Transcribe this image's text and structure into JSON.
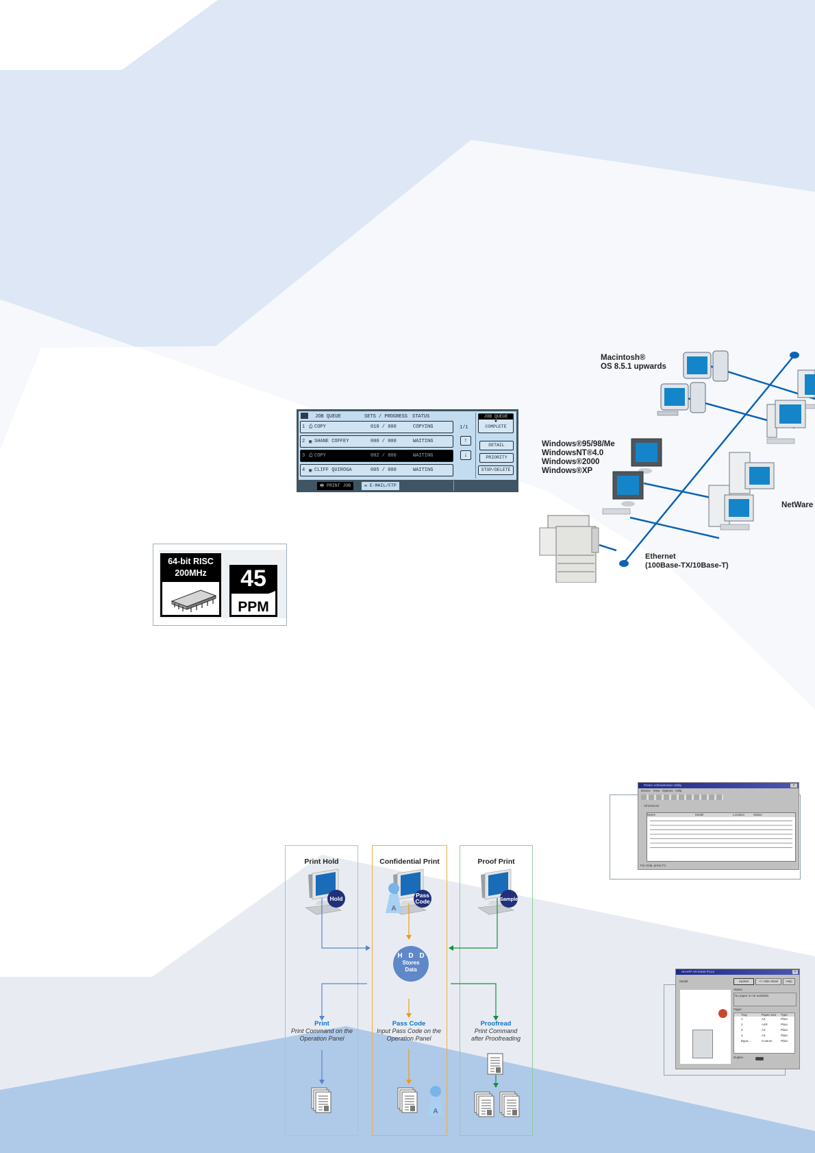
{
  "job_queue_panel": {
    "header": {
      "icon": "job-status-icon",
      "col_job": "JOB QUEUE",
      "col_progress": "SETS / PROGRESS",
      "col_status": "STATUS"
    },
    "rows": [
      {
        "num": "1",
        "icon": "copy-icon",
        "name": "COPY",
        "progress": "010 / 000",
        "status": "COPYING",
        "selected": false
      },
      {
        "num": "2",
        "icon": "print-icon",
        "name": "SHANE COFFEY",
        "progress": "000 / 000",
        "status": "WAITING",
        "selected": false
      },
      {
        "num": "3",
        "icon": "copy-icon",
        "name": "COPY",
        "progress": "002 / 000",
        "status": "WAITING",
        "selected": true
      },
      {
        "num": "4",
        "icon": "print-icon",
        "name": "CLIFF QUIROGA",
        "progress": "005 / 000",
        "status": "WAITING",
        "selected": false
      }
    ],
    "page": "1/1",
    "toggle": {
      "top": "JOB QUEUE",
      "bottom": "COMPLETE"
    },
    "buttons": {
      "up": "↑",
      "down": "↓",
      "detail": "DETAIL",
      "priority": "PRIORITY",
      "stop_delete": "STOP/DELETE"
    },
    "tabs": {
      "print_job": "PRINT JOB",
      "email_ftp": "E-MAIL/FTP"
    }
  },
  "spec_badge": {
    "cpu_line1": "64-bit RISC",
    "cpu_line2": "200MHz",
    "speed_value": "45",
    "speed_unit": "PPM"
  },
  "network_diagram": {
    "mac_label_1": "Macintosh®",
    "mac_label_2": "OS 8.5.1 upwards",
    "windows_labels": [
      "Windows®95/98/Me",
      "WindowsNT®4.0",
      "Windows®2000",
      "Windows®XP"
    ],
    "netware_label": "NetWare",
    "ethernet_label_1": "Ethernet",
    "ethernet_label_2": "(100Base-TX/10Base-T)",
    "line_color": "#0a63b4"
  },
  "flow_diagram": {
    "columns": [
      {
        "title": "Print Hold",
        "badge": "Hold",
        "color": "#a9bfe3",
        "arrow_color": "#5b84c6",
        "output_title": "Print",
        "output_desc_1": "Print Command on the",
        "output_desc_2": "Operation Panel"
      },
      {
        "title": "Confidential Print",
        "badge_1": "Pass",
        "badge_2": "Code",
        "color": "#f0ad3a",
        "arrow_color": "#ee9c12",
        "output_title": "Pass Code",
        "output_desc_1": "Input Pass Code on the",
        "output_desc_2": "Operation Panel",
        "user_letter": "A"
      },
      {
        "title": "Proof Print",
        "badge": "Sample",
        "color": "#8ecb9a",
        "arrow_color": "#129040",
        "output_title": "Proofread",
        "output_desc_1": "Print Command",
        "output_desc_2": "after Proofreading"
      }
    ],
    "hdd": {
      "line1": "H D D",
      "line2": "Stores",
      "line3": "Data"
    }
  },
  "printer_admin_window": {
    "title": "Printer Administration Utility",
    "menu": [
      "Device",
      "View",
      "Options",
      "Help"
    ],
    "tab": "All Devices",
    "columns": [
      "Name",
      "Model",
      "Location",
      "Status"
    ],
    "status_bar": "For Help, press F1"
  },
  "printer_status_window": {
    "title": "SHARP AR-M450 PCL6",
    "model_label": "Model:",
    "buttons": [
      "Update",
      "<< Hide detail",
      "Help"
    ],
    "status_label": "Status",
    "status_text": "No paper is not available",
    "paper_label": "Paper",
    "paper_columns": [
      "Tray",
      "Paper size",
      "Type"
    ],
    "paper_rows": [
      [
        "1",
        "A4",
        "Plain"
      ],
      [
        "2",
        "A4R",
        "Plain"
      ],
      [
        "3",
        "A3",
        "Plain"
      ],
      [
        "4",
        "A3",
        "Plain"
      ],
      [
        "Bypa...",
        "Custom",
        "Plain"
      ]
    ],
    "duplex_label": "Duplex"
  }
}
